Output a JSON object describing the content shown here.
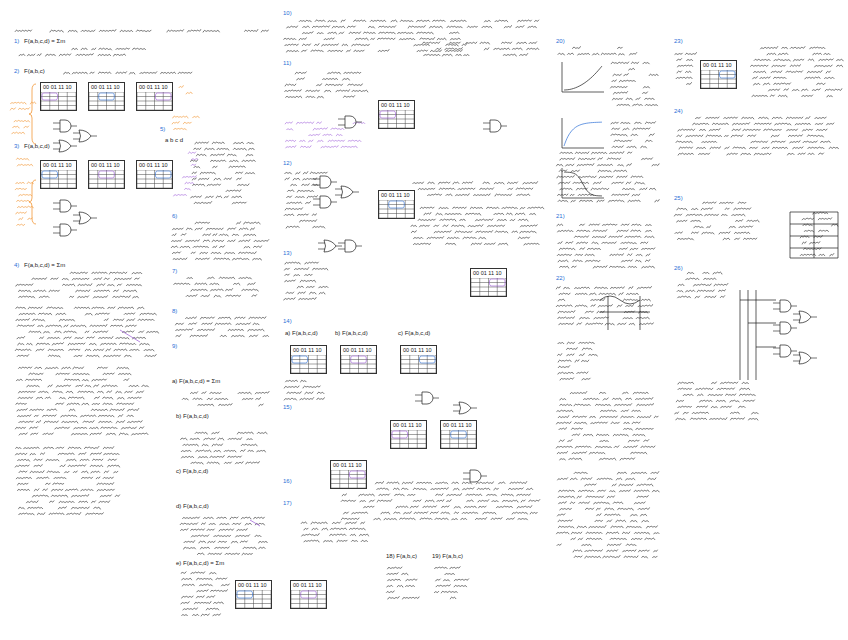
{
  "diagram": {
    "nodes": [
      {
        "text": [
          "00 01 11 10"
        ]
      },
      {
        "text": [
          "00 01 11 10"
        ]
      },
      {
        "text": [
          "00 01 11 10"
        ]
      },
      {
        "text": [
          "00 01 11 10"
        ]
      },
      {
        "text": [
          "00 01 11 10"
        ]
      },
      {
        "text": [
          "00 01 11 10"
        ]
      },
      {
        "text": [
          "00 01 11 10"
        ]
      },
      {
        "text": [
          "00 01 11 10"
        ]
      },
      {
        "text": [
          "00 01 11 10"
        ]
      },
      {
        "text": [
          "00 01 11 10"
        ]
      },
      {
        "text": [
          "00 01 11 10"
        ]
      },
      {
        "text": [
          "00 01 11 10"
        ]
      },
      {
        "text": [
          "00 01 11 10"
        ]
      },
      {
        "text": [
          "00 01 11 10"
        ]
      },
      {
        "text": [
          "00 01 11 10"
        ]
      },
      {
        "text": [
          "00 01 11 10"
        ]
      },
      {
        "text": [
          "00 01 11 10"
        ]
      },
      {
        "text": [
          "00 01 11 10"
        ]
      }
    ],
    "labels": [
      "1)",
      "F(a,b,c,d) = Σm",
      "2)",
      "F(a,b,c)",
      "3)",
      "F(a,b,c,d)",
      "4)",
      "F(a,b,c,d) = Σm",
      "5)",
      "a b c d",
      "6)",
      "7)",
      "8)",
      "9)",
      "a) F(a,b,c,d) = Σm",
      "b) F(a,b,c,d)",
      "c) F(a,b,c,d)",
      "d) F(a,b,c,d)",
      "e) F(a,b,c,d) = Σm",
      "10)",
      "11)",
      "12)",
      "13)",
      "14)",
      "a) F(a,b,c,d)",
      "b) F(a,b,c,d)",
      "c) F(a,b,c,d)",
      "15)",
      "16)",
      "17)",
      "18) F(a,b,c)",
      "19) F(a,b,c)",
      "20)",
      "21)",
      "22)",
      "23)",
      "24)",
      "25)",
      "26)"
    ]
  }
}
